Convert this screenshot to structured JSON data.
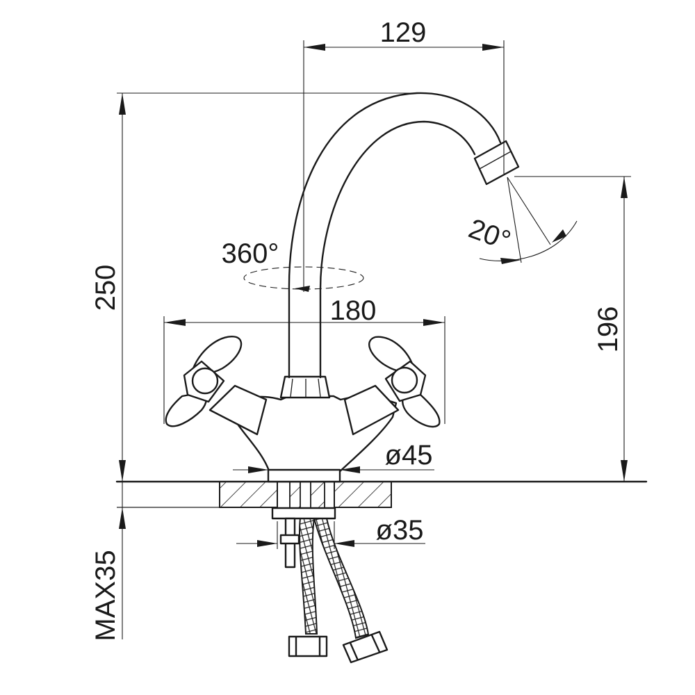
{
  "dimensions": {
    "spout_reach": "129",
    "total_height": "250",
    "rotation": "360°",
    "handle_span": "180",
    "spout_angle": "20°",
    "outlet_height": "196",
    "base_diameter": "ø45",
    "hole_diameter": "ø35",
    "max_counter_thickness": "MAX35"
  },
  "colors": {
    "line": "#1a1a1a",
    "background": "#ffffff"
  }
}
